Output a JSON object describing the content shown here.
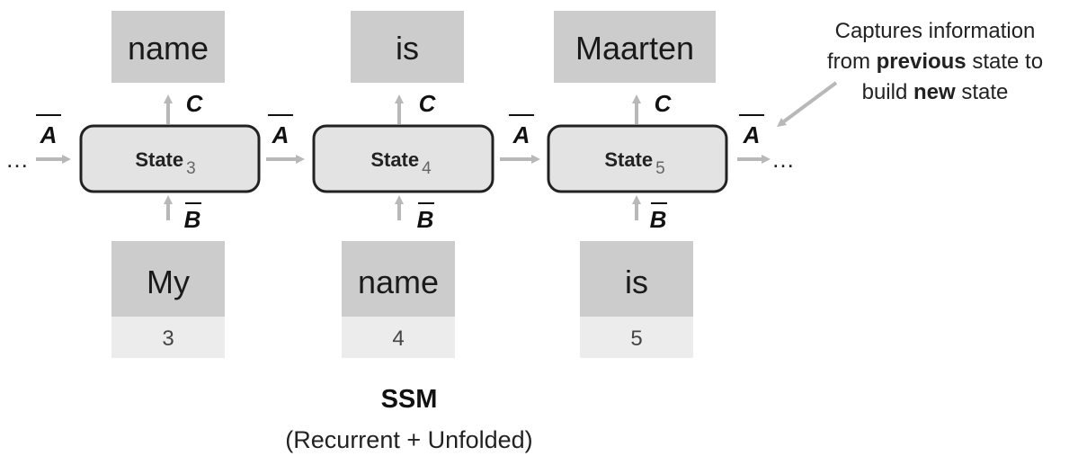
{
  "outputs": [
    "name",
    "is",
    "Maarten"
  ],
  "inputs": [
    "My",
    "name",
    "is"
  ],
  "positions": [
    "3",
    "4",
    "5"
  ],
  "state_labels": [
    "State",
    "State",
    "State"
  ],
  "state_subscripts": [
    "3",
    "4",
    "5"
  ],
  "matrix_labels": {
    "a": "A",
    "b": "B",
    "c": "C"
  },
  "ellipsis": "…",
  "note": {
    "line1": "Captures information",
    "line2_pre": "from ",
    "line2_bold": "previous",
    "line2_post": " state to",
    "line3_pre": "build ",
    "line3_bold": "new",
    "line3_post": " state"
  },
  "caption": {
    "title": "SSM",
    "subtitle": "(Recurrent + Unfolded)"
  },
  "colors": {
    "box": "#cccccc",
    "pos_box": "#ececec",
    "state_fill": "#e3e3e3",
    "state_stroke": "#222222",
    "arrow": "#b8b8b8",
    "text": "#1a1a1a"
  }
}
